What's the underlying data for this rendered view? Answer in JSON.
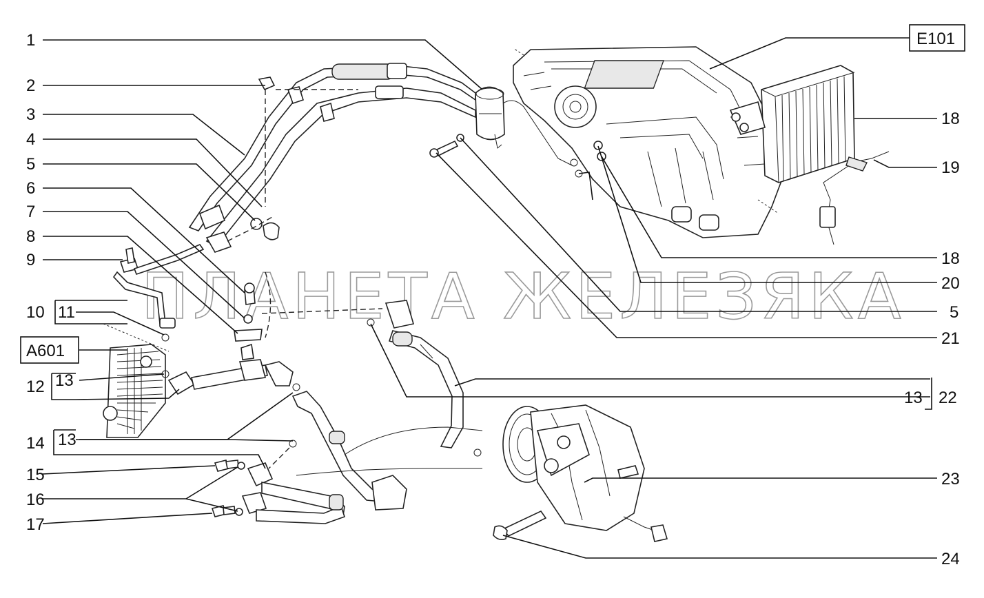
{
  "watermark": "ПЛАНЕТА ЖЕЛЕЗЯКА",
  "boxed_labels": {
    "e101": "E101",
    "a601": "A601"
  },
  "callouts_left": [
    "1",
    "2",
    "3",
    "4",
    "5",
    "6",
    "7",
    "8",
    "9",
    "10",
    "11",
    "12",
    "13",
    "14",
    "13",
    "15",
    "16",
    "17"
  ],
  "callouts_right": [
    "18",
    "19",
    "18",
    "20",
    "5",
    "21",
    "22",
    "13",
    "23",
    "24"
  ]
}
